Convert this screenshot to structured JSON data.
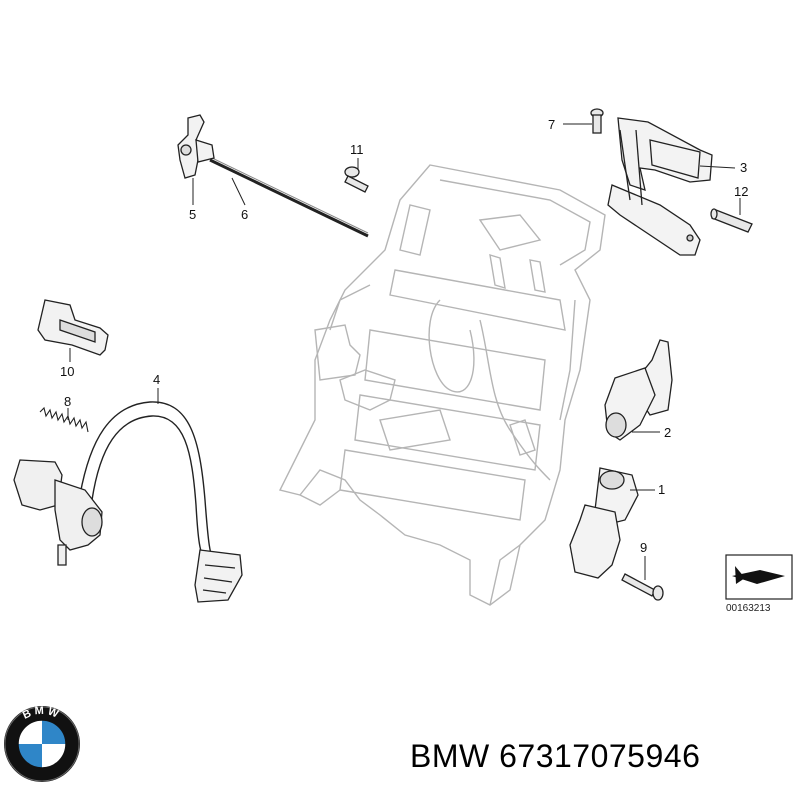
{
  "callouts": {
    "c1": "1",
    "c2": "2",
    "c3": "3",
    "c4": "4",
    "c5": "5",
    "c6": "6",
    "c7": "7",
    "c8": "8",
    "c9": "9",
    "c10": "10",
    "c11": "11",
    "c12": "12"
  },
  "diagram_code": "00163213",
  "brand": "BMW",
  "part_number": "67317075946",
  "logo": {
    "text": "BMW",
    "ring_color": "#111111",
    "quadrant_blue": "#2f86c8",
    "quadrant_white": "#ffffff"
  }
}
